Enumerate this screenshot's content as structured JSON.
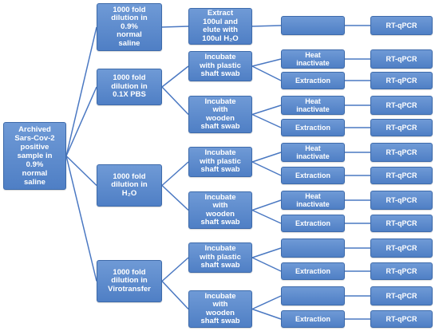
{
  "colors": {
    "box": "#5b8bd0",
    "border": "#3d6aaa",
    "line": "#4a78c2",
    "text": "#ffffff"
  },
  "nodes": {
    "root": "Archived\nSars-Cov-2\npositive\nsample in\n0.9%\nnormal\nsaline",
    "dil_saline": "1000 fold\ndilution in\n0.9%\nnormal\nsaline",
    "dil_pbs": "1000 fold\ndilution in\n0.1X PBS",
    "dil_h2o": "1000 fold\ndilution in\nH₂O",
    "dil_viro": "1000 fold\ndilution in\nVirotransfer",
    "extract_saline": "Extract\n100ul and\nelute with\n100ul H₂O",
    "pbs_plastic": "Incubate\nwith plastic\nshaft swab",
    "pbs_wooden": "Incubate\nwith\nwooden\nshaft swab",
    "h2o_plastic": "Incubate\nwith plastic\nshaft swab",
    "h2o_wooden": "Incubate\nwith\nwooden\nshaft swab",
    "viro_plastic": "Incubate\nwith plastic\nshaft swab",
    "viro_wooden": "Incubate\nwith\nwooden\nshaft swab",
    "saline_blank": "",
    "pbs_plastic_heat": "Heat\ninactivate",
    "pbs_plastic_extract": "Extraction",
    "pbs_wooden_heat": "Heat\ninactivate",
    "pbs_wooden_extract": "Extraction",
    "h2o_plastic_heat": "Heat\ninactivate",
    "h2o_plastic_extract": "Extraction",
    "h2o_wooden_heat": "Heat\ninactivate",
    "h2o_wooden_extract": "Extraction",
    "viro_plastic_blank": "",
    "viro_plastic_extract": "Extraction",
    "viro_wooden_blank": "",
    "viro_wooden_extract": "Extraction",
    "rt1": "RT-qPCR",
    "rt2": "RT-qPCR",
    "rt3": "RT-qPCR",
    "rt4": "RT-qPCR",
    "rt5": "RT-qPCR",
    "rt6": "RT-qPCR",
    "rt7": "RT-qPCR",
    "rt8": "RT-qPCR",
    "rt9": "RT-qPCR",
    "rt10": "RT-qPCR",
    "rt11": "RT-qPCR",
    "rt12": "RT-qPCR",
    "rt13": "RT-qPCR"
  }
}
